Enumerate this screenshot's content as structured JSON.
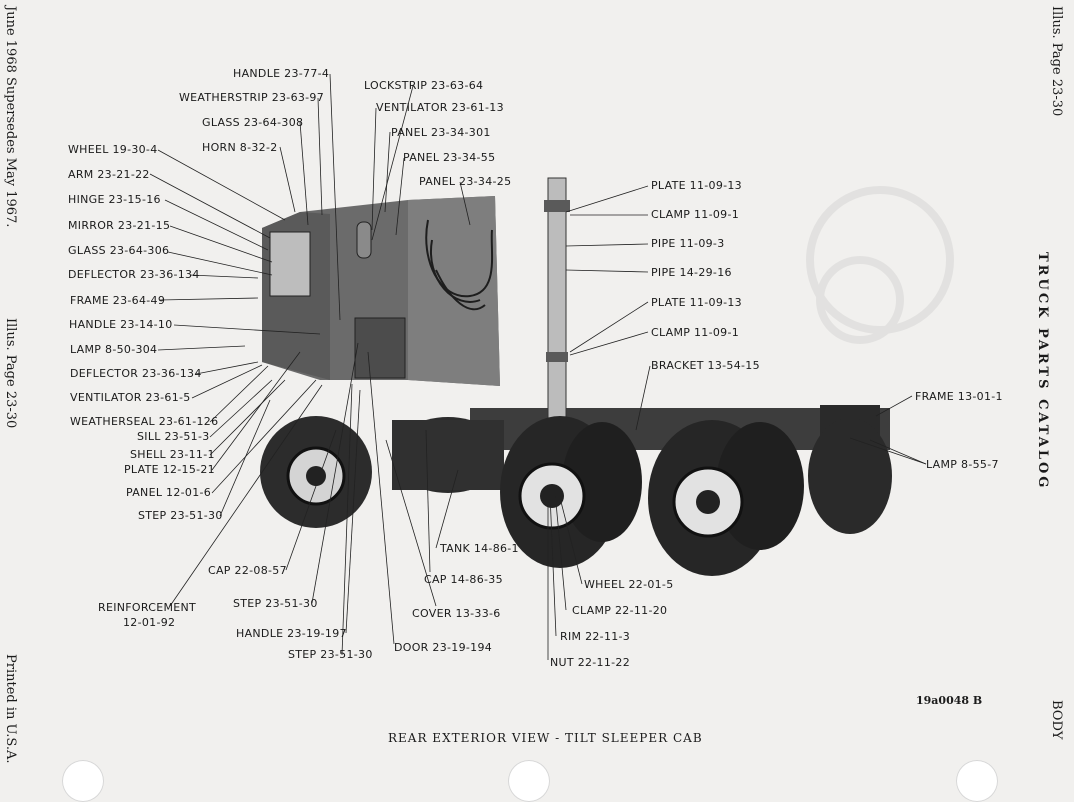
{
  "left_margin": {
    "date_line": "June 1968 Supersedes May 1967.",
    "illus_page": "Illus. Page 23-30",
    "printed": "Printed in U.S.A."
  },
  "right_margin": {
    "illus_page": "Illus. Page 23-30",
    "catalog": "TRUCK PARTS CATALOG",
    "section": "BODY"
  },
  "figure": {
    "caption": "REAR EXTERIOR VIEW - TILT SLEEPER CAB",
    "id": "19a0048 B"
  },
  "callouts": {
    "handle_23_77_4": "HANDLE 23-77-4",
    "weatherstrip": "WEATHERSTRIP 23-63-97",
    "glass_308": "GLASS 23-64-308",
    "horn": "HORN 8-32-2",
    "wheel_19": "WHEEL 19-30-4",
    "arm": "ARM 23-21-22",
    "hinge": "HINGE 23-15-16",
    "mirror": "MIRROR 23-21-15",
    "glass_306": "GLASS 23-64-306",
    "deflector_134a": "DEFLECTOR 23-36-134",
    "frame_49": "FRAME 23-64-49",
    "handle_14": "HANDLE 23-14-10",
    "lamp_304": "LAMP 8-50-304",
    "deflector_134b": "DEFLECTOR 23-36-134",
    "ventilator_5": "VENTILATOR 23-61-5",
    "weatherseal": "WEATHERSEAL 23-61-126",
    "sill": "SILL 23-51-3",
    "shell": "SHELL 23-11-1",
    "plate_12": "PLATE 12-15-21",
    "panel_12": "PANEL 12-01-6",
    "step_30a": "STEP 23-51-30",
    "reinforcement_1": "REINFORCEMENT",
    "reinforcement_2": "12-01-92",
    "cap_22": "CAP 22-08-57",
    "step_30b": "STEP 23-51-30",
    "handle_197": "HANDLE 23-19-197",
    "step_30c": "STEP 23-51-30",
    "lockstrip": "LOCKSTRIP 23-63-64",
    "ventilator_13": "VENTILATOR 23-61-13",
    "panel_301": "PANEL 23-34-301",
    "panel_55": "PANEL 23-34-55",
    "panel_25": "PANEL 23-34-25",
    "plate_11a": "PLATE 11-09-13",
    "clamp_11a": "CLAMP 11-09-1",
    "pipe_11": "PIPE 11-09-3",
    "pipe_14": "PIPE 14-29-16",
    "plate_11b": "PLATE 11-09-13",
    "clamp_11b": "CLAMP 11-09-1",
    "bracket": "BRACKET 13-54-15",
    "frame_13": "FRAME 13-01-1",
    "lamp_55": "LAMP 8-55-7",
    "tank": "TANK 14-86-1",
    "cap_14": "CAP 14-86-35",
    "cover": "COVER 13-33-6",
    "door": "DOOR 23-19-194",
    "wheel_22": "WHEEL 22-01-5",
    "clamp_22": "CLAMP 22-11-20",
    "rim": "RIM 22-11-3",
    "nut": "NUT 22-11-22"
  }
}
